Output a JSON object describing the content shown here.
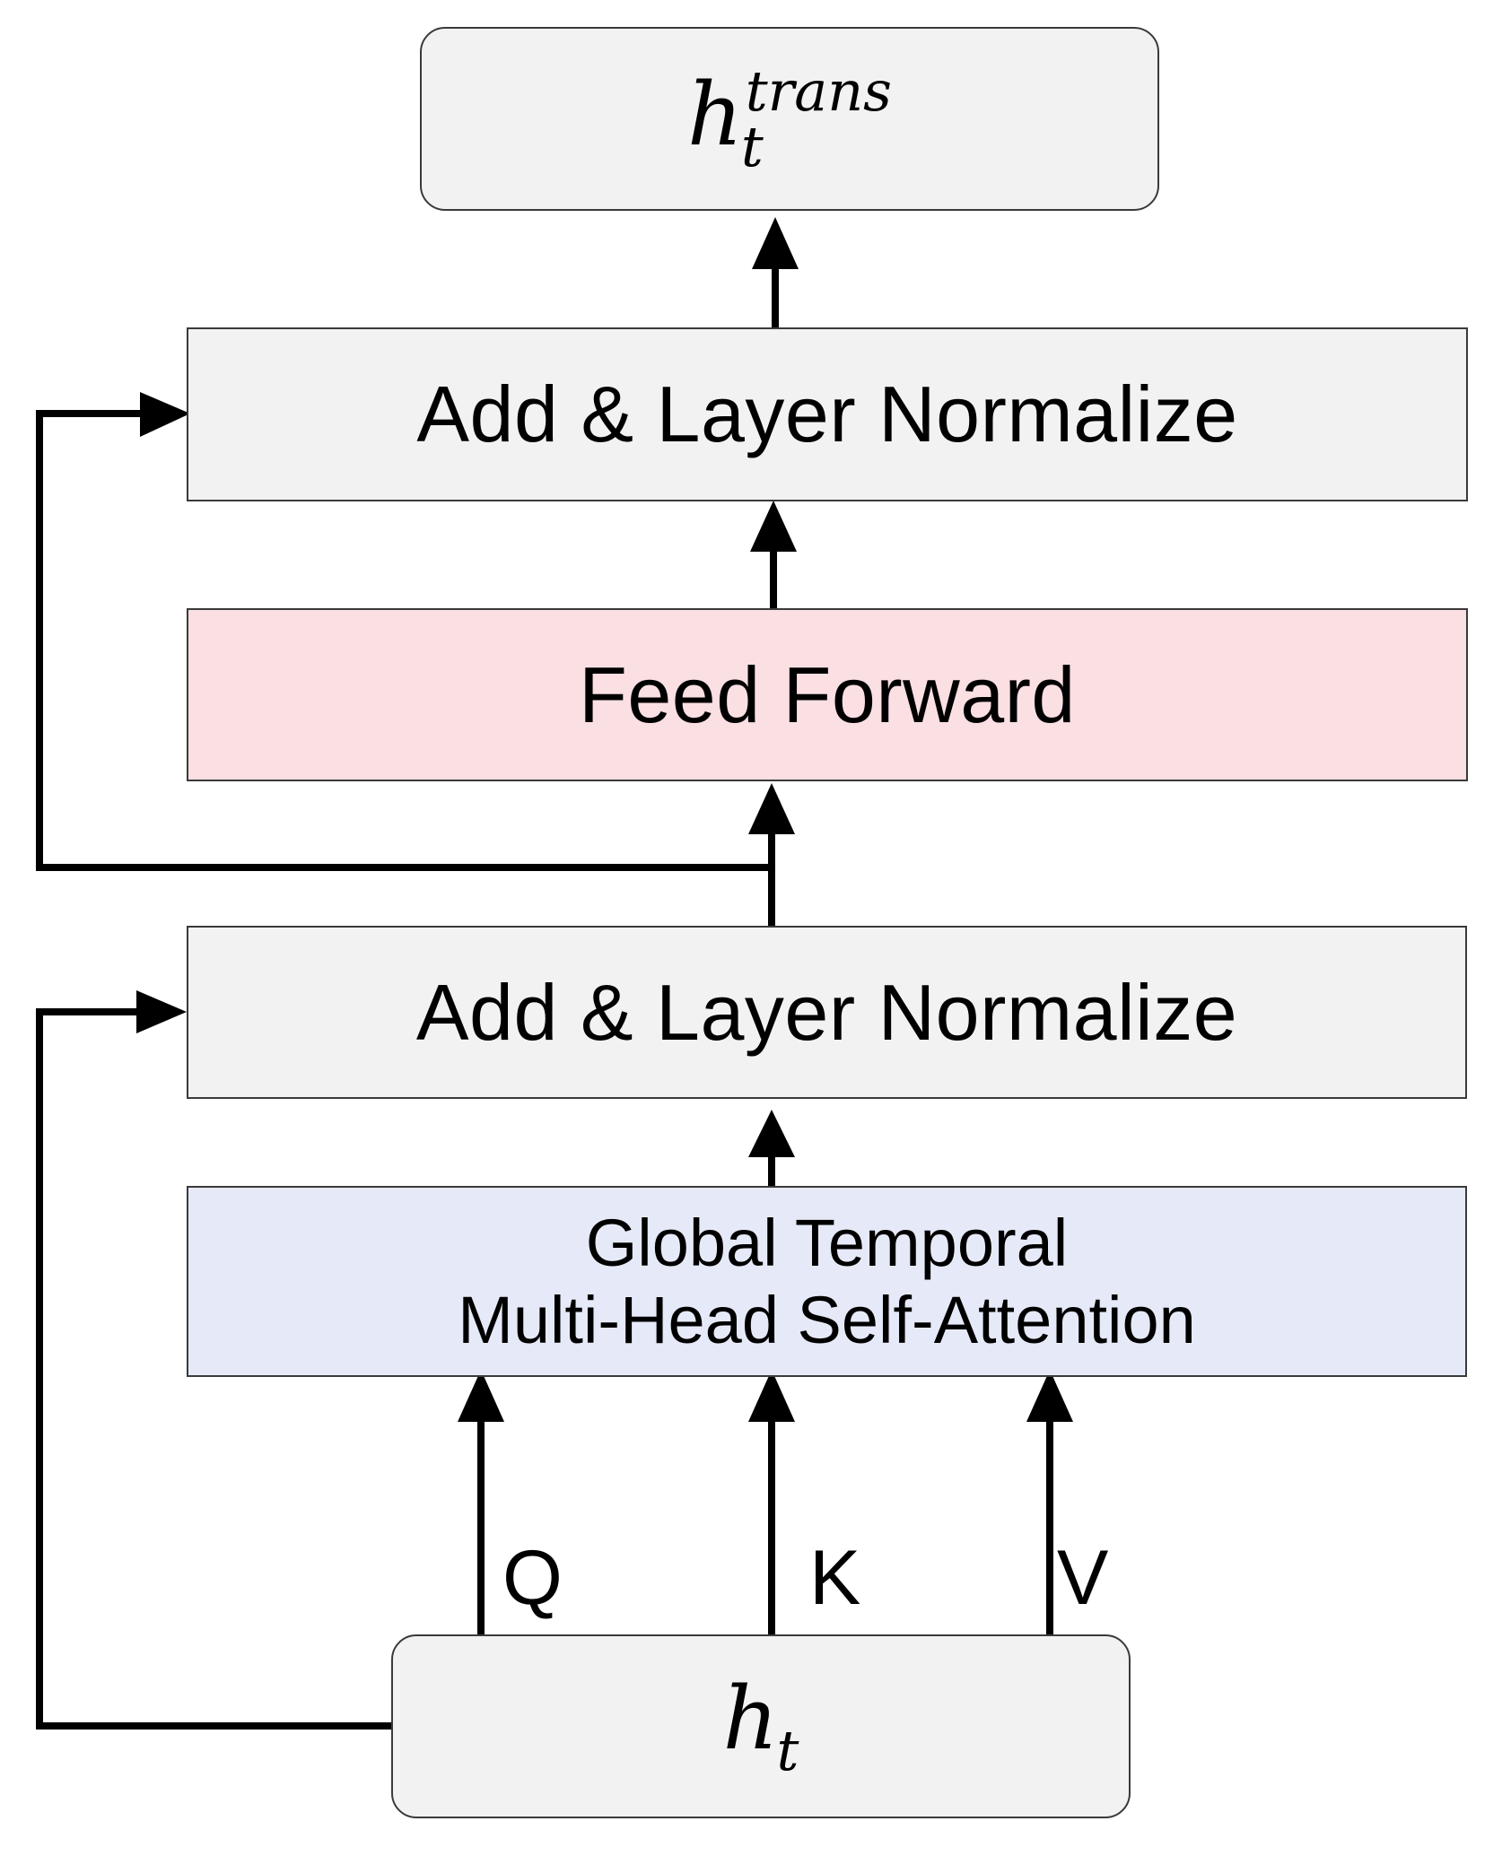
{
  "colors": {
    "gray_box": "#f2f2f2",
    "feed_forward": "#fadfe3",
    "attention": "#e6eaf8",
    "stroke": "#000000"
  },
  "output": {
    "base": "h",
    "sub": "t",
    "sup": "trans"
  },
  "add_norm_top": {
    "label": "Add & Layer Normalize"
  },
  "feed_forward": {
    "label": "Feed Forward"
  },
  "add_norm_bottom": {
    "label": "Add & Layer Normalize"
  },
  "attention": {
    "line1": "Global Temporal",
    "line2": "Multi-Head Self-Attention"
  },
  "inputs": {
    "q": "Q",
    "k": "K",
    "v": "V"
  },
  "input": {
    "base": "h",
    "sub": "t"
  }
}
